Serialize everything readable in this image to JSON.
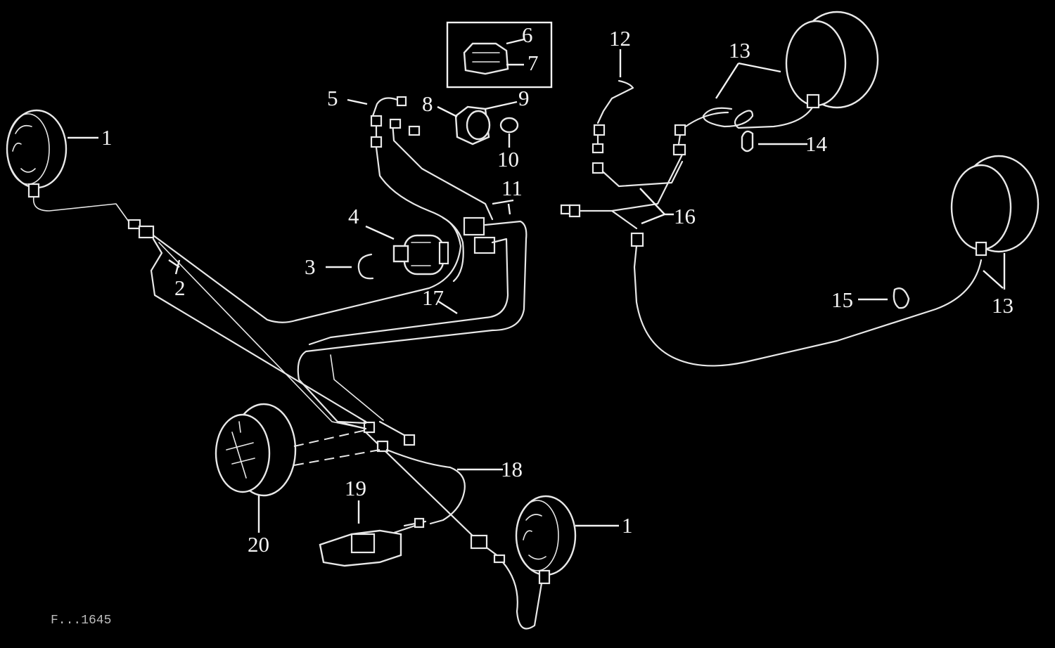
{
  "colors": {
    "background": "#000000",
    "line": "#e8e8e8"
  },
  "callouts": {
    "n1a": "1",
    "n1b": "1",
    "n2": "2",
    "n3": "3",
    "n4": "4",
    "n5": "5",
    "n6": "6",
    "n7": "7",
    "n8": "8",
    "n9": "9",
    "n10": "10",
    "n11": "11",
    "n12": "12",
    "n13a": "13",
    "n13b": "13",
    "n14": "14",
    "n15": "15",
    "n16": "16",
    "n17": "17",
    "n18": "18",
    "n19": "19",
    "n20": "20"
  },
  "figure_code": "F...1645"
}
